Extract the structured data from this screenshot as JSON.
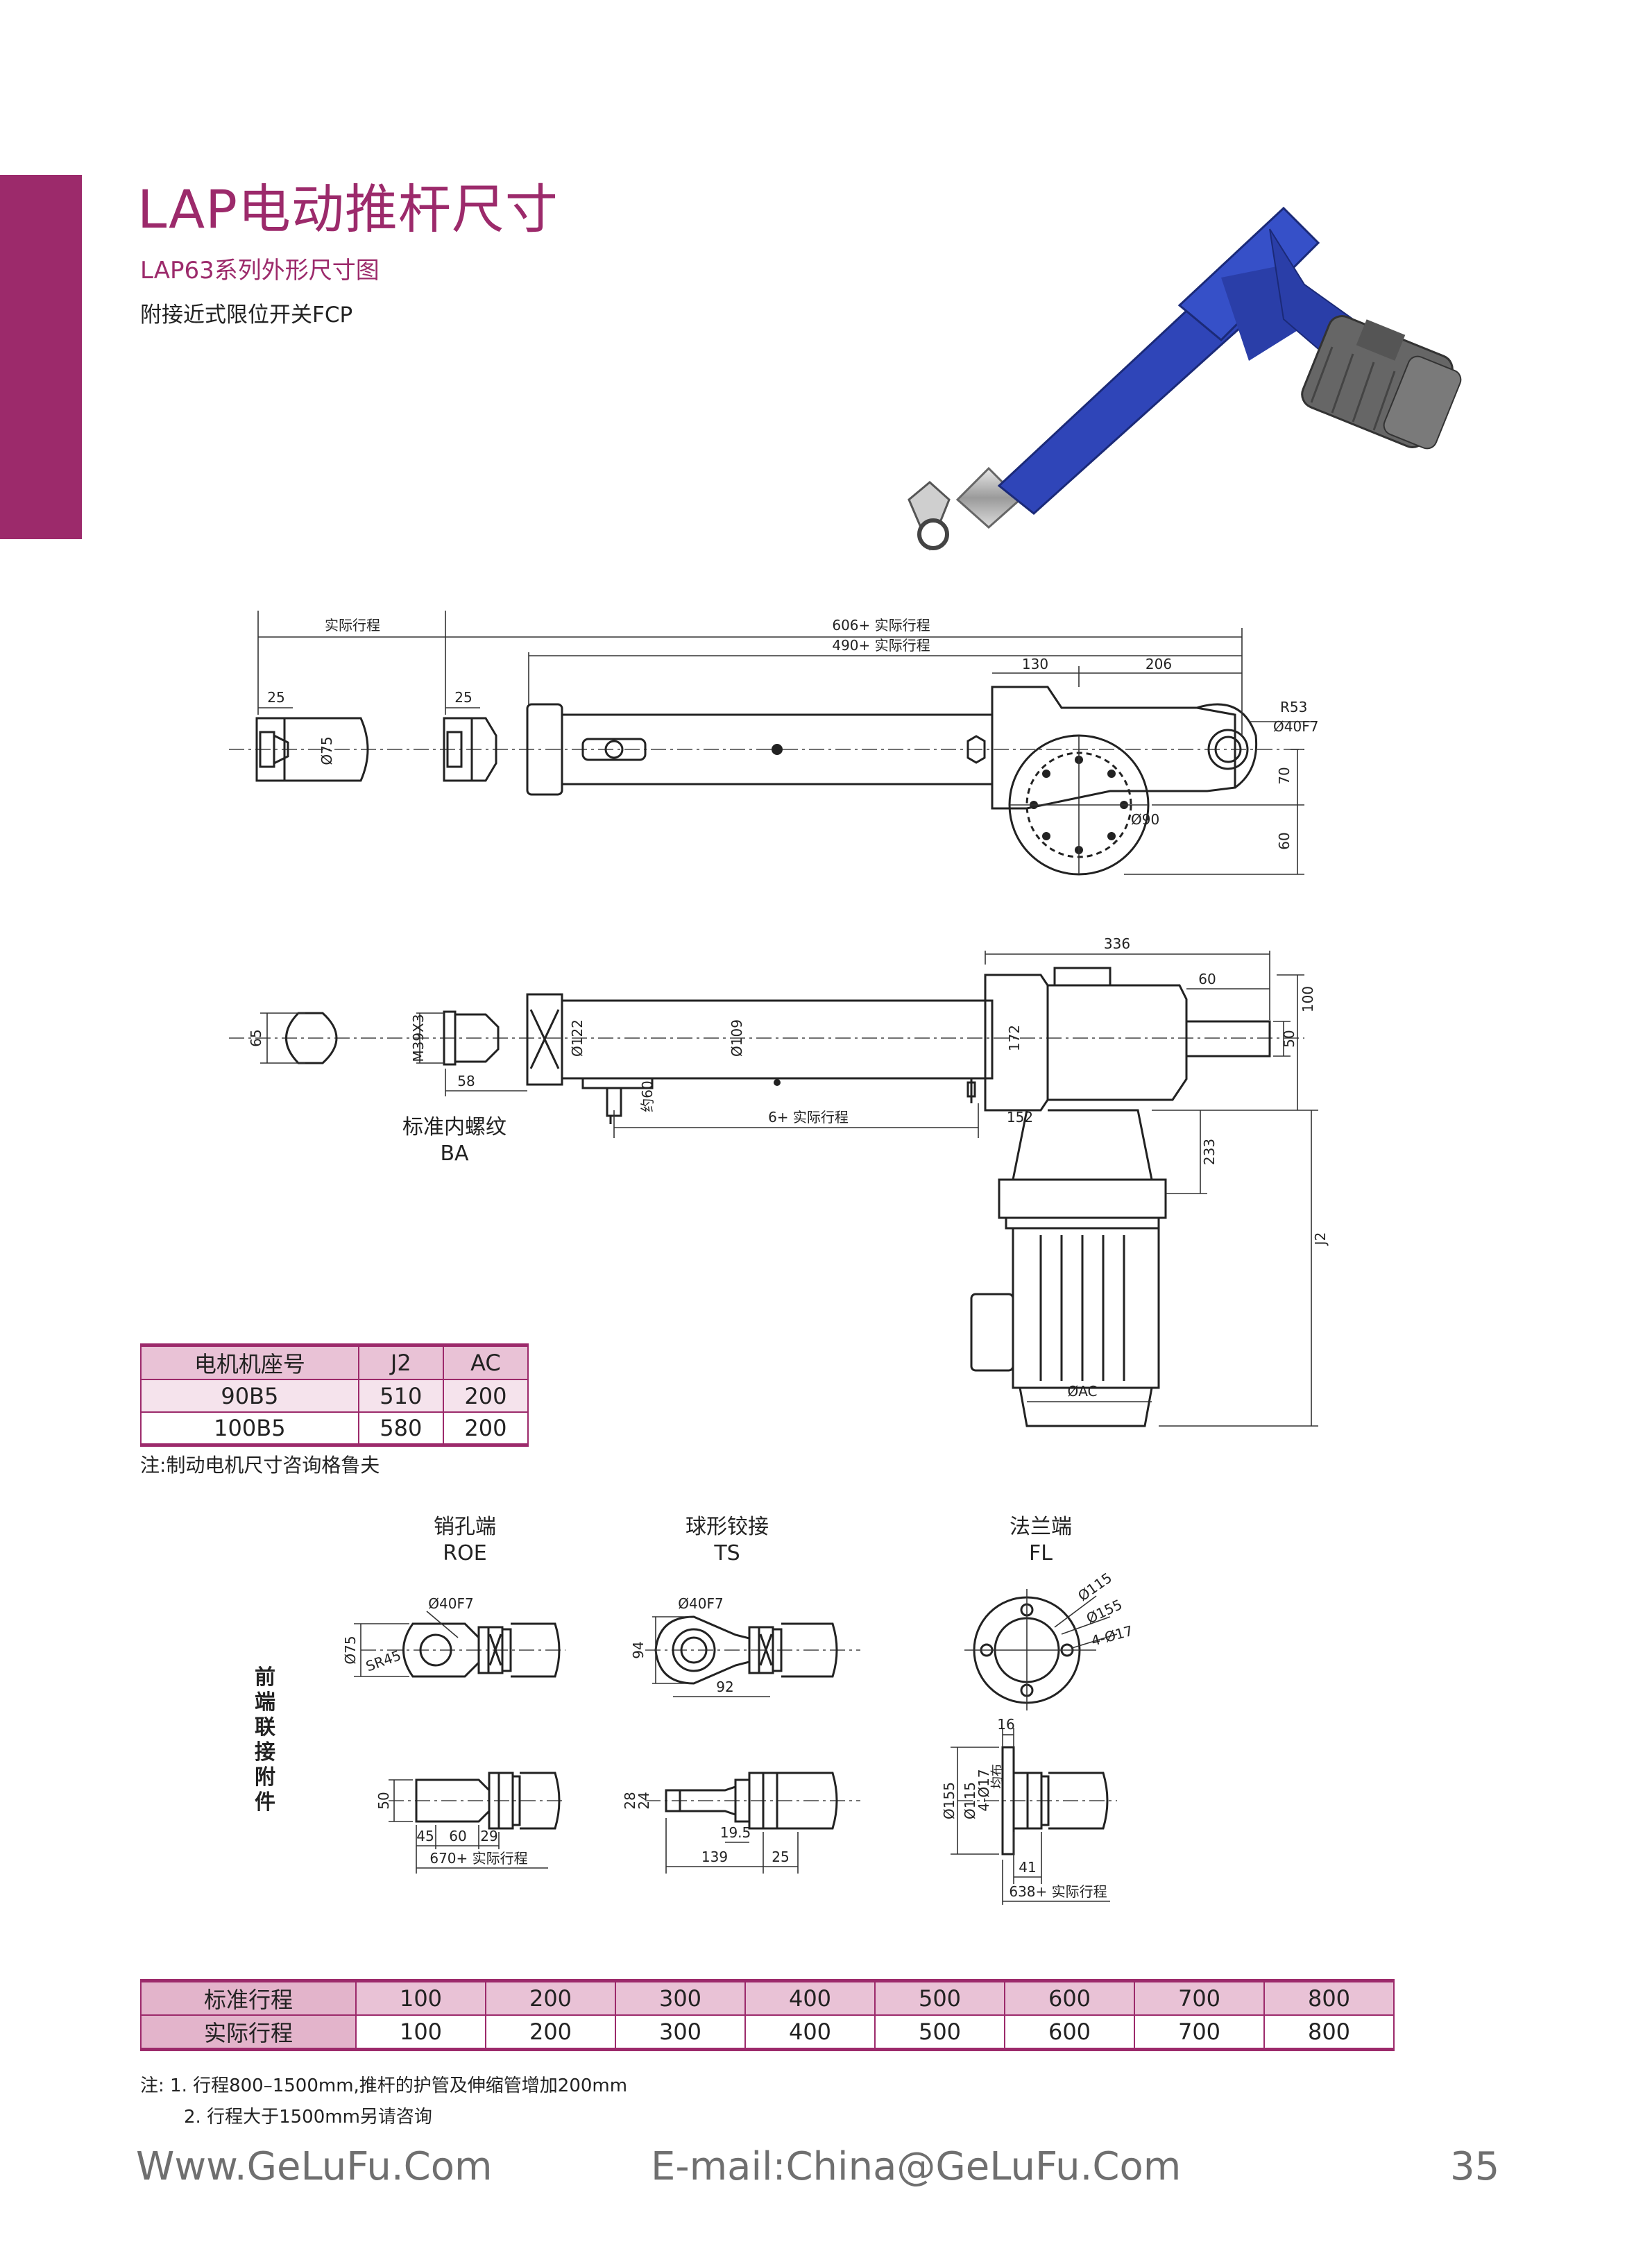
{
  "header": {
    "title": "LAP电动推杆尺寸",
    "subtitle": "LAP63系列外形尺寸图",
    "note": "附接近式限位开关FCP"
  },
  "colors": {
    "brand": "#9c2a6b",
    "table_head": "#e9c2d6",
    "table_row": "#f5e3ec",
    "product_blue": "#2f45b8"
  },
  "drawing_top": {
    "stroke": "实际行程",
    "d25a": "25",
    "d25b": "25",
    "d606": "606+ 实际行程",
    "d490": "490+ 实际行程",
    "d130": "130",
    "d206": "206",
    "r53": "R53",
    "hole": "Ø40F7",
    "d75": "Ø75",
    "d90": "Ø90",
    "d70": "70",
    "d60": "60"
  },
  "drawing_side": {
    "d65": "65",
    "thread": "M39X3",
    "d58": "58",
    "d122": "Ø122",
    "d109": "Ø109",
    "d60b": "约60",
    "d6stroke": "6+ 实际行程",
    "d152": "152",
    "d172": "172",
    "d336": "336",
    "d60c": "60",
    "d100": "100",
    "d50": "50",
    "d233": "233",
    "j2": "J2",
    "ac": "ØAC",
    "thread_label": "标准内螺纹",
    "thread_code": "BA"
  },
  "motor_table": {
    "headers": [
      "电机机座号",
      "J2",
      "AC"
    ],
    "rows": [
      [
        "90B5",
        "510",
        "200"
      ],
      [
        "100B5",
        "580",
        "200"
      ]
    ],
    "note": "注:制动电机尺寸咨询格鲁夫"
  },
  "attachments": {
    "section_label": "前端联接附件",
    "roe": {
      "name": "销孔端",
      "code": "ROE",
      "hole": "Ø40F7",
      "d75": "Ø75",
      "sr": "SR45",
      "d50": "50",
      "d45": "45",
      "d60": "60",
      "d29": "29",
      "total": "670+ 实际行程"
    },
    "ts": {
      "name": "球形铰接",
      "code": "TS",
      "hole": "Ø40F7",
      "d94": "94",
      "d92": "92",
      "d28": "28",
      "d24": "24",
      "d195": "19.5",
      "d139": "139",
      "d25": "25"
    },
    "fl": {
      "name": "法兰端",
      "code": "FL",
      "d115": "Ø115",
      "d155": "Ø155",
      "holes": "4-Ø17",
      "d16": "16",
      "s155": "Ø155",
      "s115": "Ø115",
      "sholes": "4-Ø17",
      "eq": "均布",
      "d41": "41",
      "total": "638+ 实际行程"
    }
  },
  "stroke_table": {
    "row1_label": "标准行程",
    "row2_label": "实际行程",
    "standard": [
      "100",
      "200",
      "300",
      "400",
      "500",
      "600",
      "700",
      "800"
    ],
    "actual": [
      "100",
      "200",
      "300",
      "400",
      "500",
      "600",
      "700",
      "800"
    ]
  },
  "notes": {
    "n1": "注:  1. 行程800–1500mm,推杆的护管及伸缩管增加200mm",
    "n2": "2. 行程大于1500mm另请咨询"
  },
  "footer": {
    "website": "Www.GeLuFu.Com",
    "email": "E-mail:China@GeLuFu.Com",
    "page": "35"
  }
}
